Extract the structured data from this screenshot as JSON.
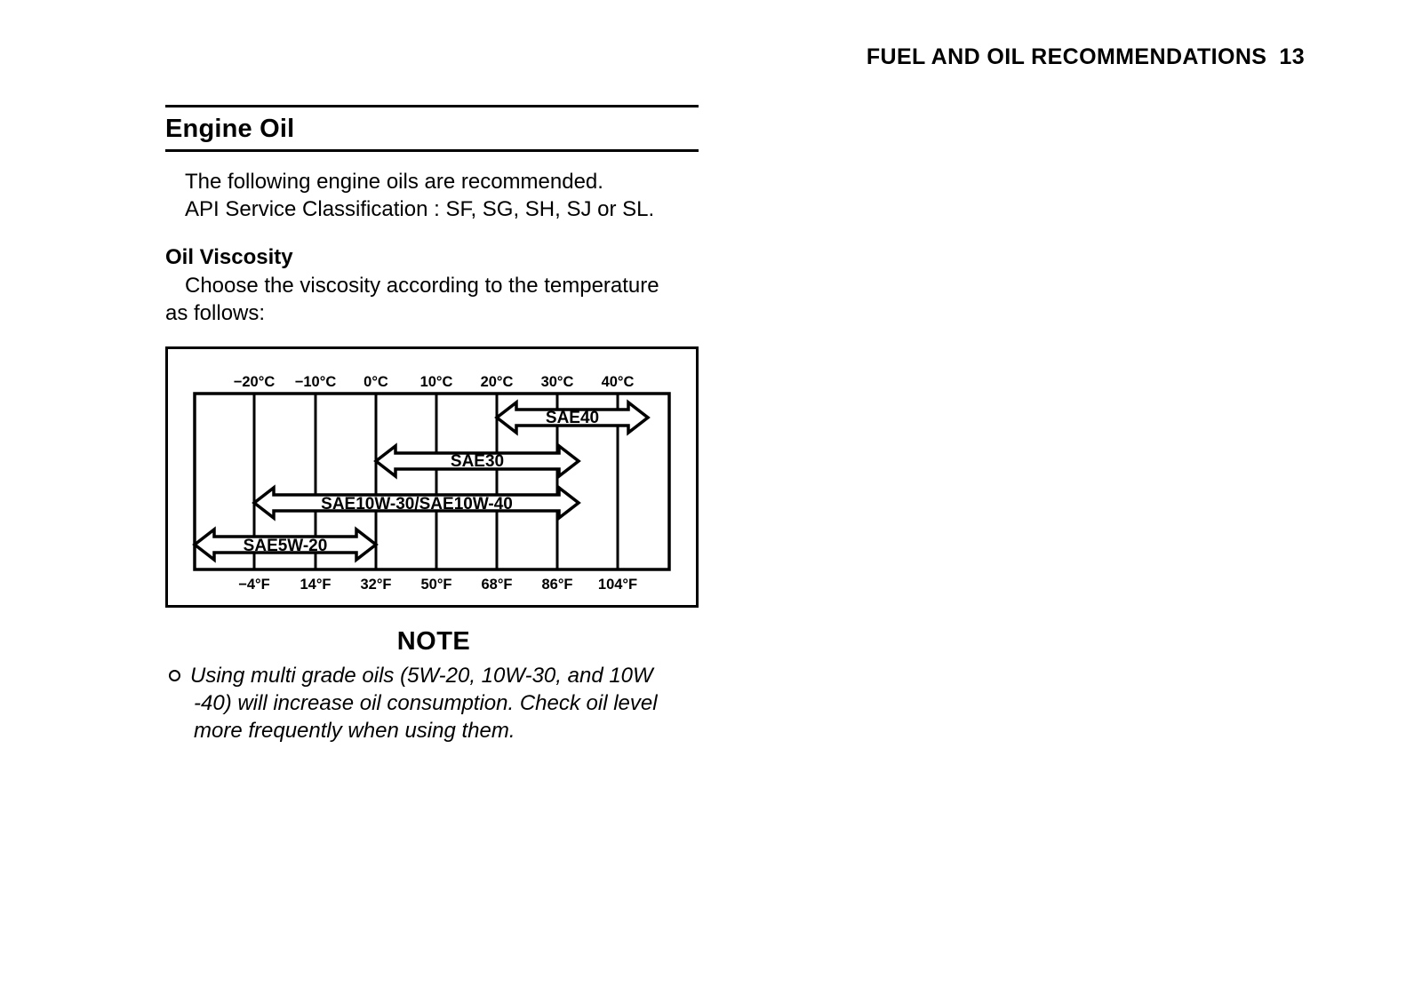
{
  "header": {
    "title": "FUEL AND OIL RECOMMENDATIONS",
    "page_number": "13"
  },
  "section": {
    "title": "Engine Oil",
    "paragraph_line1": "The following engine oils are recommended.",
    "paragraph_line2": "API Service Classification : SF, SG, SH, SJ or SL."
  },
  "viscosity": {
    "heading": "Oil Viscosity",
    "line1": "Choose the viscosity according to the temperature",
    "line2": "as follows:"
  },
  "note": {
    "title": "NOTE",
    "bullet_icon": "circle-bullet-icon",
    "line1": "Using multi grade oils (5W-20, 10W-30, and 10W",
    "line2": "-40) will increase oil consumption. Check oil level",
    "line3": "more frequently when using them."
  },
  "chart_data": {
    "type": "bar",
    "title": "Oil Viscosity vs Temperature",
    "orientation": "horizontal",
    "xlabel": "",
    "ylabel": "",
    "grid": true,
    "legend_position": "none",
    "axis_top_unit": "°C",
    "axis_bottom_unit": "°F",
    "x_axis_celsius_ticks": [
      "−20°C",
      "−10°C",
      "0°C",
      "10°C",
      "20°C",
      "30°C",
      "40°C"
    ],
    "x_axis_fahrenheit_ticks": [
      "−4°F",
      "14°F",
      "32°F",
      "50°F",
      "68°F",
      "86°F",
      "104°F"
    ],
    "celsius_values": [
      -20,
      -10,
      0,
      10,
      20,
      30,
      40
    ],
    "fahrenheit_values": [
      -4,
      14,
      32,
      50,
      68,
      86,
      104
    ],
    "xlim_celsius": [
      -30,
      48
    ],
    "series": [
      {
        "name": "SAE40",
        "label": "SAE40",
        "range_celsius": [
          20,
          44
        ],
        "range_fahrenheit": [
          68,
          111
        ],
        "open_start": false,
        "open_end": true
      },
      {
        "name": "SAE30",
        "label": "SAE30",
        "range_celsius": [
          0,
          33
        ],
        "range_fahrenheit": [
          32,
          91
        ],
        "open_start": false,
        "open_end": true
      },
      {
        "name": "SAE10W-30/SAE10W-40",
        "label": "SAE10W-30/SAE10W-40",
        "range_celsius": [
          -20,
          33
        ],
        "range_fahrenheit": [
          -4,
          91
        ],
        "open_start": false,
        "open_end": true
      },
      {
        "name": "SAE5W-20",
        "label": "SAE5W-20",
        "range_celsius": [
          -28,
          0
        ],
        "range_fahrenheit": [
          -18,
          32
        ],
        "open_start": true,
        "open_end": false
      }
    ]
  }
}
